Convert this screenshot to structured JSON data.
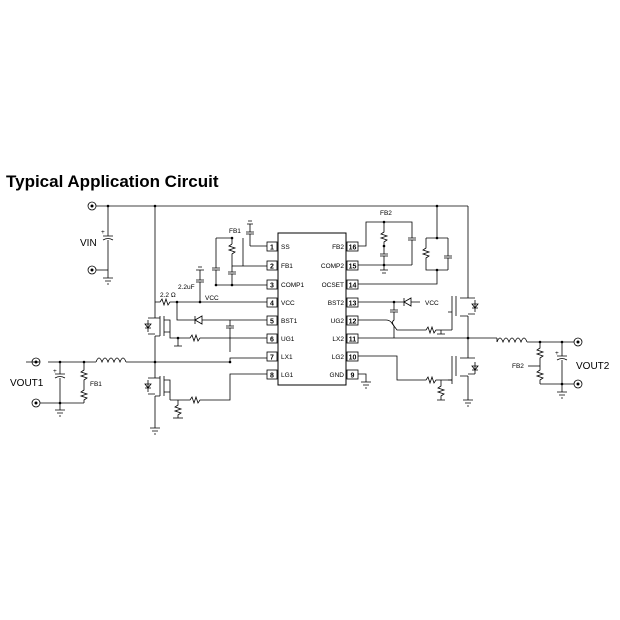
{
  "page": {
    "title": "Typical Application Circuit"
  },
  "ic": {
    "left_pins": [
      {
        "num": "1",
        "name": "SS"
      },
      {
        "num": "2",
        "name": "FB1"
      },
      {
        "num": "3",
        "name": "COMP1"
      },
      {
        "num": "4",
        "name": "VCC"
      },
      {
        "num": "5",
        "name": "BST1"
      },
      {
        "num": "6",
        "name": "UG1"
      },
      {
        "num": "7",
        "name": "LX1"
      },
      {
        "num": "8",
        "name": "LG1"
      }
    ],
    "right_pins": [
      {
        "num": "16",
        "name": "FB2"
      },
      {
        "num": "15",
        "name": "COMP2"
      },
      {
        "num": "14",
        "name": "OCSET"
      },
      {
        "num": "13",
        "name": "BST2"
      },
      {
        "num": "12",
        "name": "UG2"
      },
      {
        "num": "11",
        "name": "LX2"
      },
      {
        "num": "10",
        "name": "LG2"
      },
      {
        "num": "9",
        "name": "GND"
      }
    ]
  },
  "labels": {
    "vin": "VIN",
    "vout1": "VOUT1",
    "vout2": "VOUT2",
    "fb1_top": "FB1",
    "fb1_out": "FB1",
    "fb2_top": "FB2",
    "fb2_out": "FB2",
    "vcc_left": "VCC",
    "vcc_right": "VCC",
    "res_22": "2.2 Ω",
    "cap_22uf": "2.2uF"
  }
}
